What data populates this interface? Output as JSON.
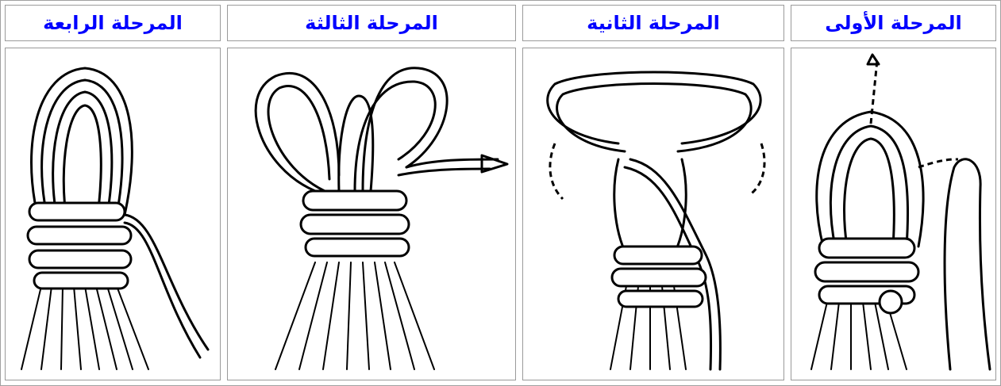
{
  "stages": [
    {
      "title": "المرحلة الرابعة",
      "image": "final-coil-knot-diagram"
    },
    {
      "title": "المرحلة الثالثة",
      "image": "loop-pull-through-diagram"
    },
    {
      "title": "المرحلة الثانية",
      "image": "loop-fold-over-diagram"
    },
    {
      "title": "المرحلة الأولى",
      "image": "initial-coil-wrap-diagram"
    }
  ],
  "colors": {
    "title_text": "#0000ff",
    "border": "#9a9a9a",
    "line_art": "#000000"
  }
}
